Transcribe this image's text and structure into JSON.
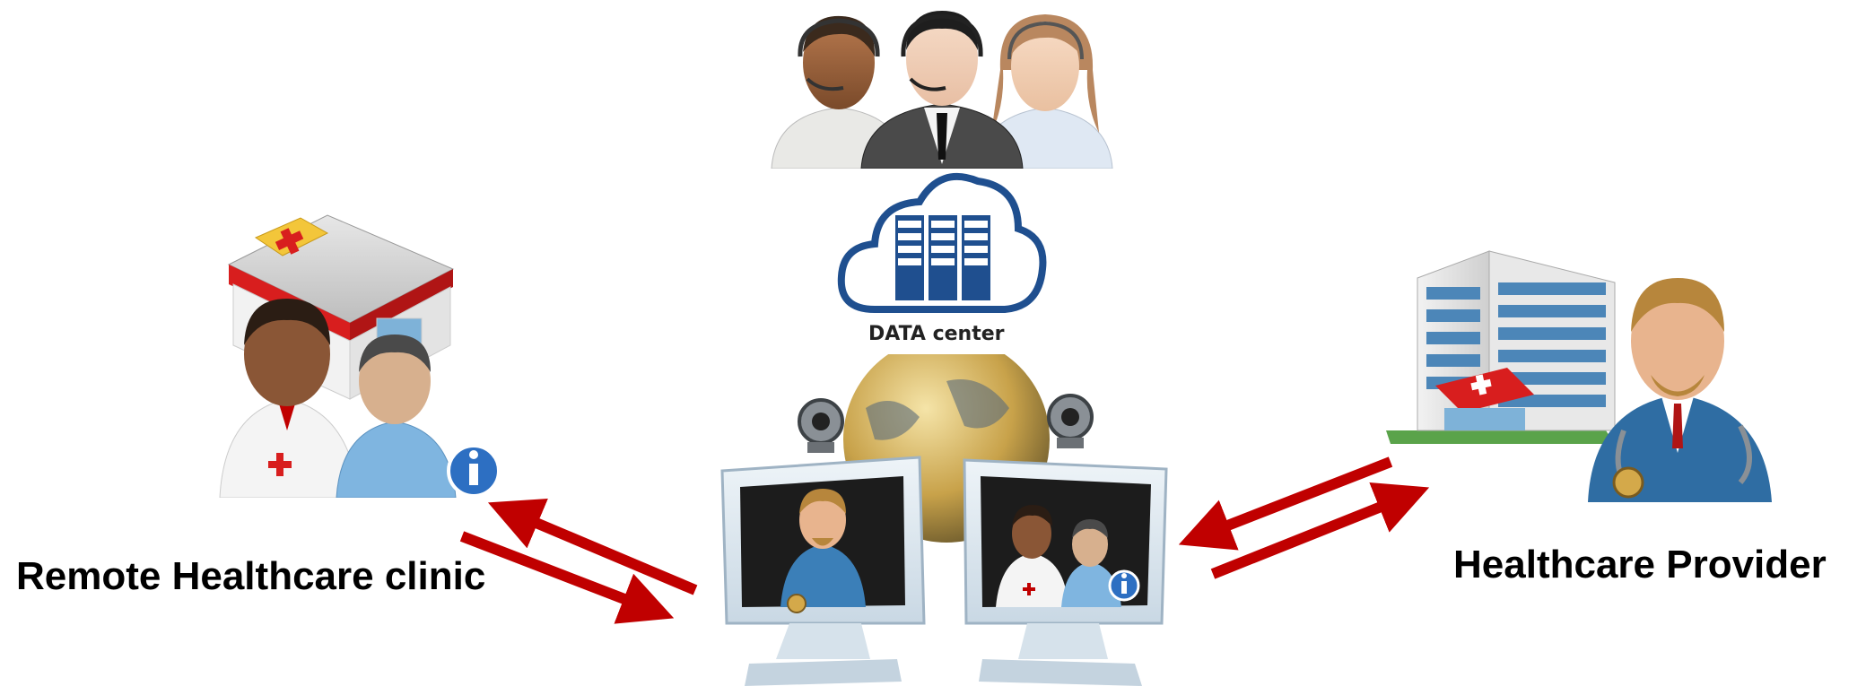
{
  "labels": {
    "data_center": "DATA center",
    "left": "Remote Healthcare clinic",
    "right": "Healthcare Provider"
  },
  "colors": {
    "arrow": "#c00000",
    "cloud": "#1f4f8f",
    "globe": "#c8a24a",
    "monitor": "#dfe9f1"
  },
  "icons": {
    "call_center": "call-center-agents-icon",
    "data_center": "cloud-data-center-icon",
    "network": "globe-webcams-icon",
    "clinic": "remote-clinic-icon",
    "provider": "hospital-doctor-icon"
  }
}
